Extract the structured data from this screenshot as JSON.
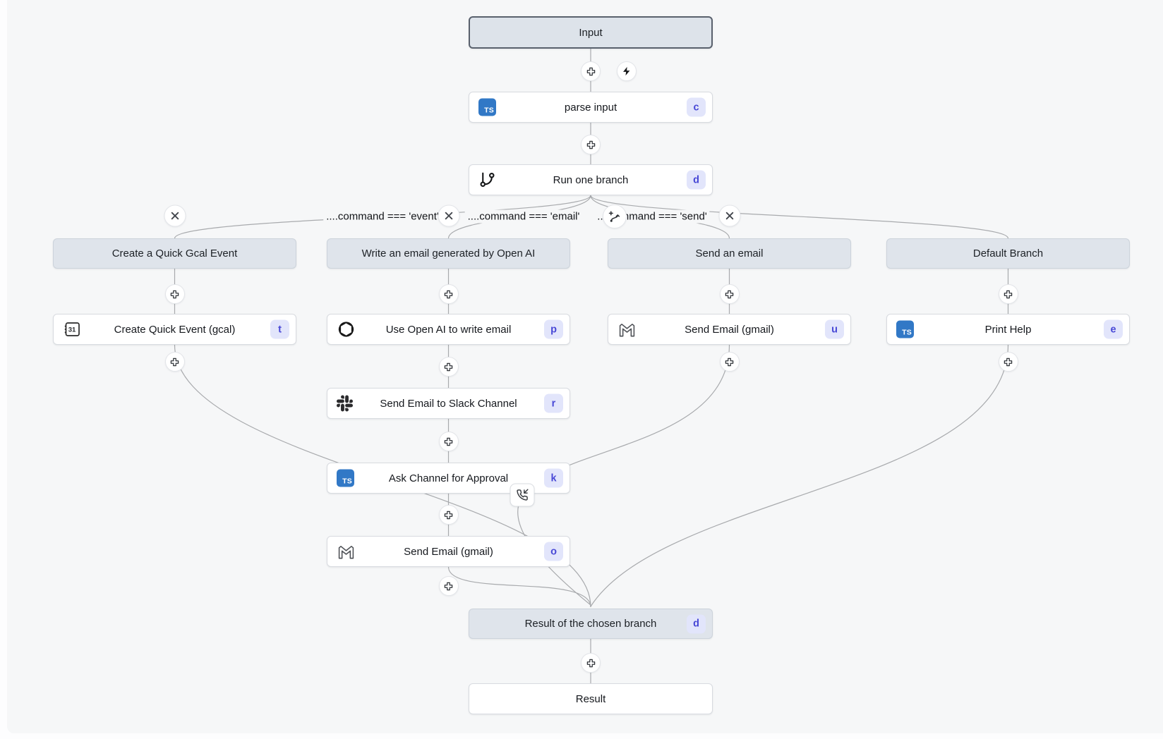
{
  "flow": {
    "input": {
      "label": "Input"
    },
    "parse_input": {
      "label": "parse input",
      "shortcut": "c",
      "icon": "typescript-icon"
    },
    "run_one_branch": {
      "label": "Run one branch",
      "shortcut": "d",
      "icon": "git-branch-icon"
    },
    "conditions": {
      "event": "....command === 'event'",
      "email": "....command === 'email'",
      "send": "....command === 'send'"
    },
    "branches": [
      {
        "header": "Create a Quick Gcal Event",
        "steps": [
          {
            "label": "Create Quick Event (gcal)",
            "shortcut": "t",
            "icon": "calendar-31-icon"
          }
        ]
      },
      {
        "header": "Write an email generated by Open AI",
        "steps": [
          {
            "label": "Use Open AI to write email",
            "shortcut": "p",
            "icon": "openai-icon"
          },
          {
            "label": "Send Email to Slack Channel",
            "shortcut": "r",
            "icon": "slack-icon"
          },
          {
            "label": "Ask Channel for Approval",
            "shortcut": "k",
            "icon": "typescript-icon"
          },
          {
            "label": "Send Email (gmail)",
            "shortcut": "o",
            "icon": "gmail-icon"
          }
        ]
      },
      {
        "header": "Send an email",
        "steps": [
          {
            "label": "Send Email (gmail)",
            "shortcut": "u",
            "icon": "gmail-icon"
          }
        ]
      },
      {
        "header": "Default Branch",
        "steps": [
          {
            "label": "Print Help",
            "shortcut": "e",
            "icon": "typescript-icon"
          }
        ]
      }
    ],
    "result_branch": {
      "label": "Result of the chosen branch",
      "shortcut": "d"
    },
    "result": {
      "label": "Result"
    },
    "icon_text": {
      "ts": "TS",
      "calendar_day": "31"
    },
    "colors": {
      "accent": "#4848d6",
      "badge_bg": "#e2e5fb",
      "ts_blue": "#3178c6",
      "virtual_node_bg": "#dfe4eb",
      "edge": "#a8aaad",
      "canvas_bg": "#f6f7f8"
    }
  }
}
